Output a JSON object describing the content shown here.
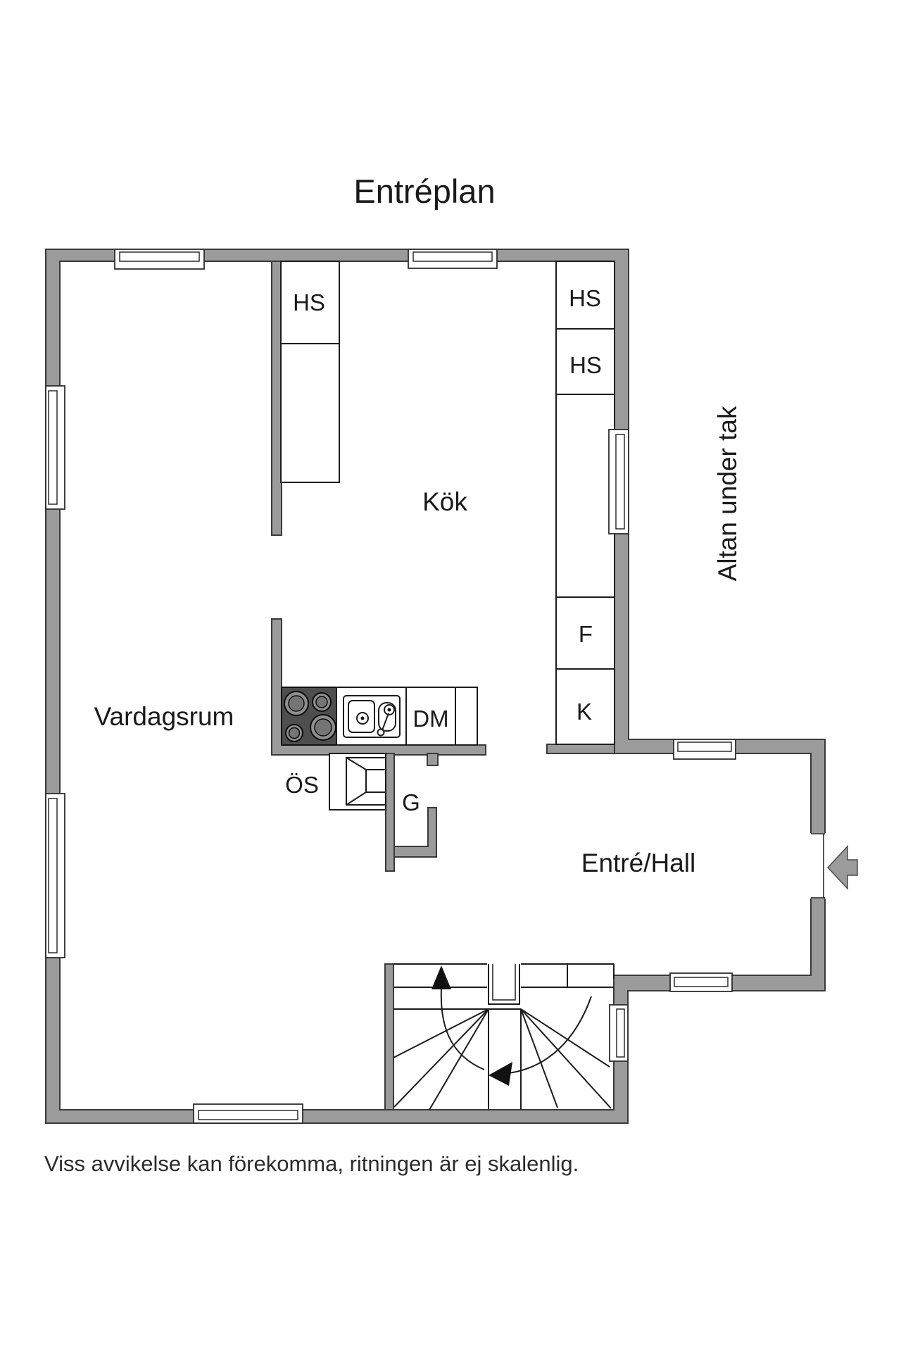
{
  "title": "Entréplan",
  "floorplan": {
    "rooms": {
      "vardagsrum": "Vardagsrum",
      "kok": "Kök",
      "entre_hall": "Entré/Hall",
      "altan": "Altan under tak"
    },
    "cabinets": {
      "hs": "HS",
      "f": "F",
      "k": "K",
      "dm": "DM",
      "os": "ÖS",
      "g": "G"
    },
    "colors": {
      "wall": "#9b9b9b",
      "wall_outline": "#3a3a3a",
      "line": "#1c1c1c",
      "stove": "#4e4e4e",
      "text": "#1a1a1a"
    }
  },
  "footer": {
    "disclaimer": "Viss avvikelse kan förekomma, ritningen är ej skalenlig."
  }
}
